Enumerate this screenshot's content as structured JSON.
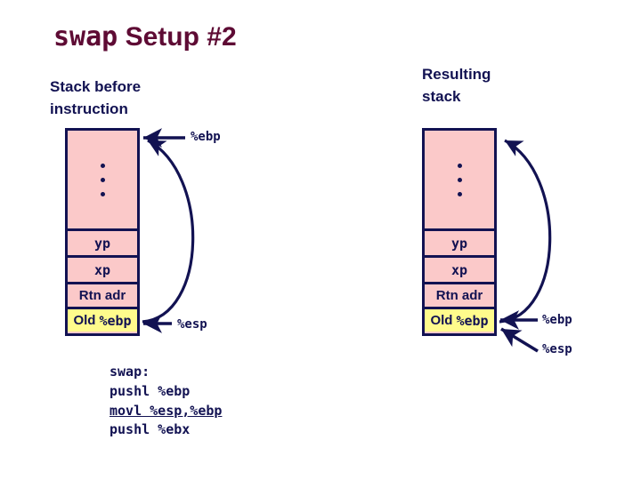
{
  "title": {
    "mono_part": "swap",
    "sans_part": " Setup #2",
    "color": "#5E0B34"
  },
  "headings": {
    "left": "Stack before\ninstruction",
    "right": "Resulting\nstack"
  },
  "colors": {
    "box_fill": "#FBC9C9",
    "highlight_fill": "#FFFB8C",
    "line": "#121252",
    "title": "#5E0B34",
    "background": "#FFFFFF"
  },
  "stacks": {
    "before": {
      "name": "Stack before instruction",
      "cells": [
        {
          "kind": "dots",
          "label": "",
          "dots": 3,
          "fill": "#FBC9C9"
        },
        {
          "kind": "var",
          "label": "yp",
          "fill": "#FBC9C9"
        },
        {
          "kind": "var",
          "label": "xp",
          "fill": "#FBC9C9"
        },
        {
          "kind": "rtn",
          "label": "Rtn adr",
          "fill": "#FBC9C9"
        },
        {
          "kind": "old",
          "label_old": "Old",
          "label_reg": "%ebp",
          "fill": "#FFFB8C"
        }
      ],
      "pointers": [
        {
          "name": "ebp",
          "label": "%ebp",
          "target": "top-of-stack"
        },
        {
          "name": "esp",
          "label": "%esp",
          "target": "old-ebp-cell"
        }
      ]
    },
    "after": {
      "name": "Resulting stack",
      "cells": [
        {
          "kind": "dots",
          "label": "",
          "dots": 3,
          "fill": "#FBC9C9"
        },
        {
          "kind": "var",
          "label": "yp",
          "fill": "#FBC9C9"
        },
        {
          "kind": "var",
          "label": "xp",
          "fill": "#FBC9C9"
        },
        {
          "kind": "rtn",
          "label": "Rtn adr",
          "fill": "#FBC9C9"
        },
        {
          "kind": "old",
          "label_old": "Old",
          "label_reg": "%ebp",
          "fill": "#FFFB8C"
        }
      ],
      "pointers": [
        {
          "name": "ebp",
          "label": "%ebp",
          "target": "old-ebp-cell"
        },
        {
          "name": "esp",
          "label": "%esp",
          "target": "old-ebp-cell"
        }
      ]
    }
  },
  "code": {
    "lines": [
      {
        "text": "swap:",
        "underline": false
      },
      {
        "text": "pushl %ebp",
        "underline": false
      },
      {
        "text": "movl %esp,%ebp",
        "underline": true
      },
      {
        "text": "pushl %ebx",
        "underline": false
      }
    ]
  }
}
